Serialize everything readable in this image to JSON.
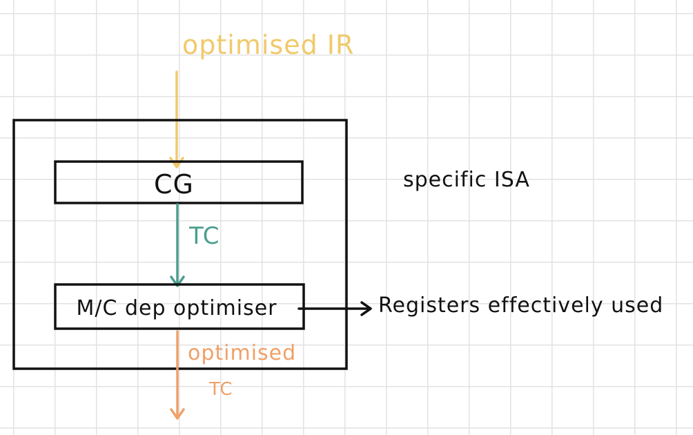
{
  "labels": {
    "input_label": "optimised IR",
    "code_generator": "CG",
    "intermediate_label": "TC",
    "machine_optimiser": "M/C dep optimiser",
    "side_note": "specific ISA",
    "output_note": "Registers effectively used",
    "output_label_line1": "optimised",
    "output_label_line2": "TC"
  },
  "colors": {
    "input_arrow": "#f0c96a",
    "intermediate_arrow": "#4a9e8e",
    "output_arrow": "#f0a068",
    "outline": "#111111",
    "grid": "#e2e2e2"
  }
}
